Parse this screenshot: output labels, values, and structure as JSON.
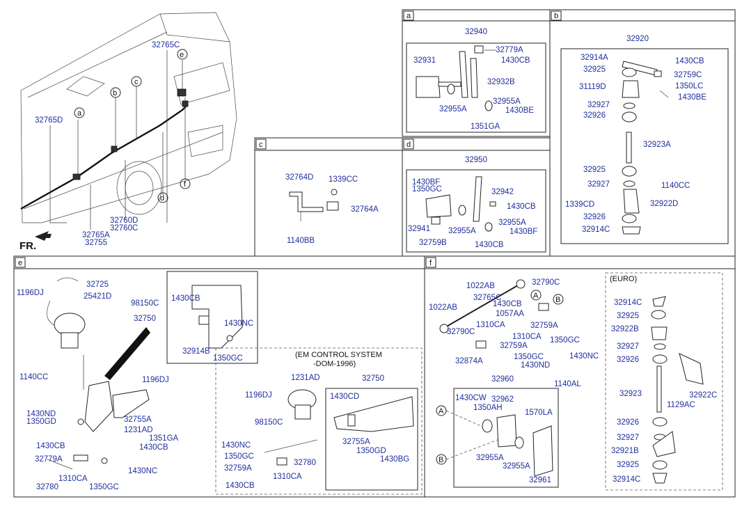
{
  "panels": [
    {
      "id": "a",
      "title": "a"
    },
    {
      "id": "b",
      "title": "b"
    },
    {
      "id": "c",
      "title": "c"
    },
    {
      "id": "d",
      "title": "d"
    },
    {
      "id": "e",
      "title": "e"
    },
    {
      "id": "f",
      "title": "f"
    }
  ],
  "main": {
    "labels": [
      "32765C",
      "32765D",
      "32760D",
      "32760C",
      "32765A",
      "32755"
    ],
    "callouts": [
      "a",
      "b",
      "c",
      "d",
      "e",
      "f"
    ],
    "front_label": "FR."
  },
  "panel_a": {
    "labels": [
      "32940",
      "32931",
      "32779A",
      "1430CB",
      "32932B",
      "32955A",
      "32955A",
      "1430BE",
      "1351GA"
    ]
  },
  "panel_b": {
    "labels": [
      "32920",
      "32914A",
      "1430CB",
      "32925",
      "32759C",
      "31119D",
      "1350LC",
      "1430BE",
      "32927",
      "32926",
      "32923A",
      "32925",
      "32927",
      "1140CC",
      "1339CD",
      "32922D",
      "32926",
      "32914C"
    ]
  },
  "panel_c": {
    "labels": [
      "32764D",
      "1339CC",
      "32764A",
      "1140BB"
    ]
  },
  "panel_d": {
    "labels": [
      "32950",
      "1430BF",
      "1350GC",
      "32942",
      "1430CB",
      "32941",
      "32955A",
      "32955A",
      "1430BF",
      "32759B",
      "1430CB"
    ]
  },
  "panel_e": {
    "labels": [
      "32725",
      "1196DJ",
      "25421D",
      "98150C",
      "32750",
      "1430CB",
      "1430NC",
      "32914B",
      "1350GC",
      "1140CC",
      "1196DJ",
      "1430ND",
      "1350GD",
      "32755A",
      "1231AD",
      "1351GA",
      "1430CB",
      "1430CB",
      "32779A",
      "1430NC",
      "1310CA",
      "32780",
      "1350GC"
    ],
    "em_title_1": "(EM CONTROL SYSTEM",
    "em_title_2": "-DOM-1996)",
    "em_labels": [
      "1231AD",
      "32750",
      "1196DJ",
      "1430CD",
      "98150C",
      "32755A",
      "1350GD",
      "1430BG",
      "1430NC",
      "1350GC",
      "32780",
      "32759A",
      "1310CA",
      "1430CB"
    ]
  },
  "panel_f": {
    "labels": [
      "1022AB",
      "32790C",
      "32765C",
      "1022AB",
      "1430CB",
      "1057AA",
      "1310CA",
      "32790C",
      "32759A",
      "1310CA",
      "1350GC",
      "1430NC",
      "32759A",
      "32874A",
      "1350GC",
      "1430ND",
      "32960",
      "1140AL",
      "1430CW",
      "32962",
      "1350AH",
      "1570LA",
      "32955A",
      "32955A",
      "32961"
    ],
    "callouts": [
      "A",
      "B",
      "A",
      "B"
    ],
    "euro_title": "(EURO)",
    "euro_labels": [
      "32914C",
      "32925",
      "32922B",
      "32927",
      "32926",
      "32922C",
      "1129AC",
      "32923",
      "32926",
      "32927",
      "32921B",
      "32925",
      "32914C"
    ]
  },
  "colors": {
    "label": "#1f2f9c",
    "line": "#222222",
    "background": "#ffffff"
  }
}
